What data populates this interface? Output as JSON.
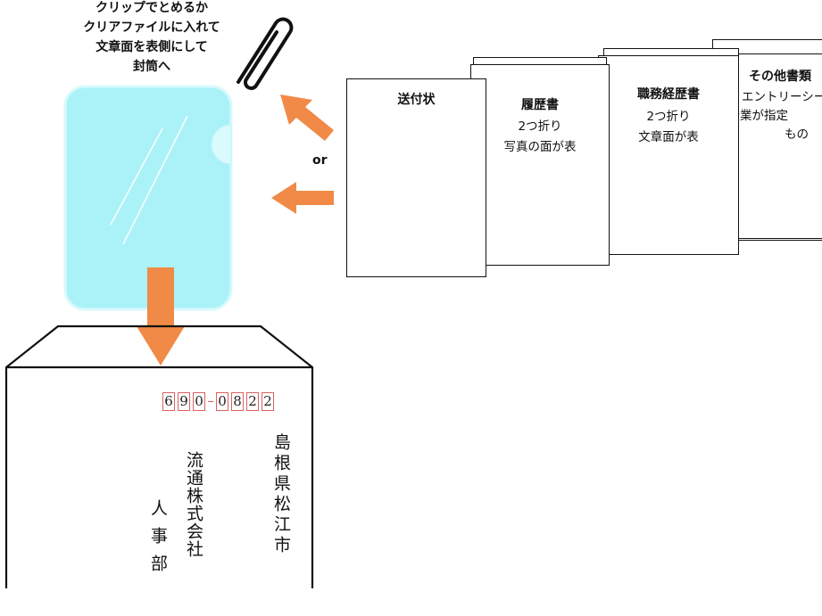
{
  "instruction": {
    "lines": [
      "クリップでとめるか",
      "クリアファイルに入れて",
      "文章面を表側にして",
      "封筒へ"
    ]
  },
  "or_label": "or",
  "documents": [
    {
      "title": "送付状",
      "lines": []
    },
    {
      "title": "履歴書",
      "lines": [
        "2つ折り",
        "写真の面が表"
      ]
    },
    {
      "title": "職務経歴書",
      "lines": [
        "2つ折り",
        "文章面が表"
      ]
    },
    {
      "title": "その他書類",
      "lines": [
        "エントリーシート",
        "や企業が指定",
        "もの"
      ]
    }
  ],
  "envelope": {
    "postal_code": [
      "6",
      "9",
      "0",
      "0",
      "8",
      "2",
      "2"
    ],
    "address": "島根県松江市",
    "company": "流通株式会社",
    "department": "人事部"
  },
  "colors": {
    "arrow": "#f08a46",
    "folder_fill": "#aaf2f8",
    "folder_border": "#d8fafc",
    "zip_border": "#e06060"
  }
}
